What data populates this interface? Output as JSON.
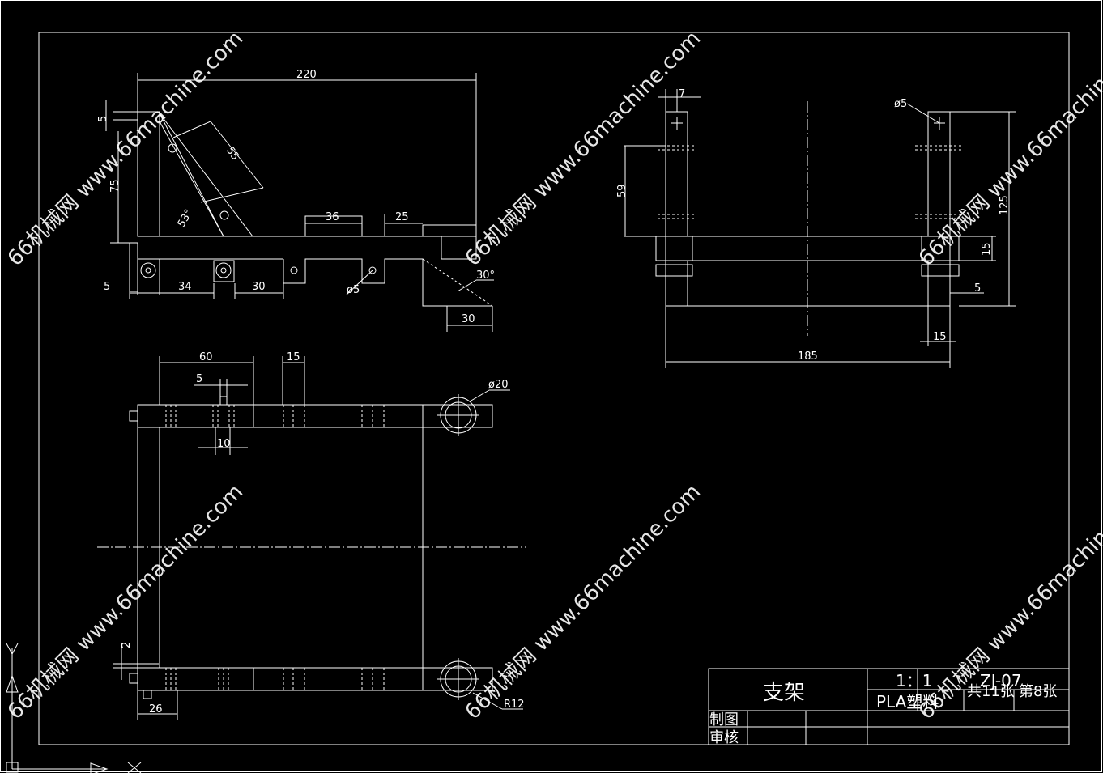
{
  "dimensions": {
    "d220": "220",
    "d5top": "5",
    "d75": "75",
    "d55": "55",
    "d53": "53°",
    "d36": "36",
    "d25": "25",
    "d5left": "5",
    "d34": "34",
    "d30a": "30",
    "d5phi": "ø5",
    "d30deg": "30°",
    "d30b": "30",
    "d7": "7",
    "d5phi2": "ø5",
    "d59": "59",
    "d125": "125",
    "d15r": "15",
    "d5r": "5",
    "d15b": "15",
    "d185": "185",
    "d60": "60",
    "d15t": "15",
    "d5t": "5",
    "d10": "10",
    "d20phi": "ø20",
    "d2": "2",
    "d26": "26",
    "dR12": "R12"
  },
  "title_block": {
    "part_name": "支架",
    "scale": "1：1",
    "drawing_no": "ZJ-07",
    "material": "PLA塑料",
    "sheets_total": "共11张",
    "sheet_no": "第8张",
    "drawn_by_label": "制图",
    "checked_by_label": "审核"
  },
  "watermark": "66机械网 www.66machine.com"
}
